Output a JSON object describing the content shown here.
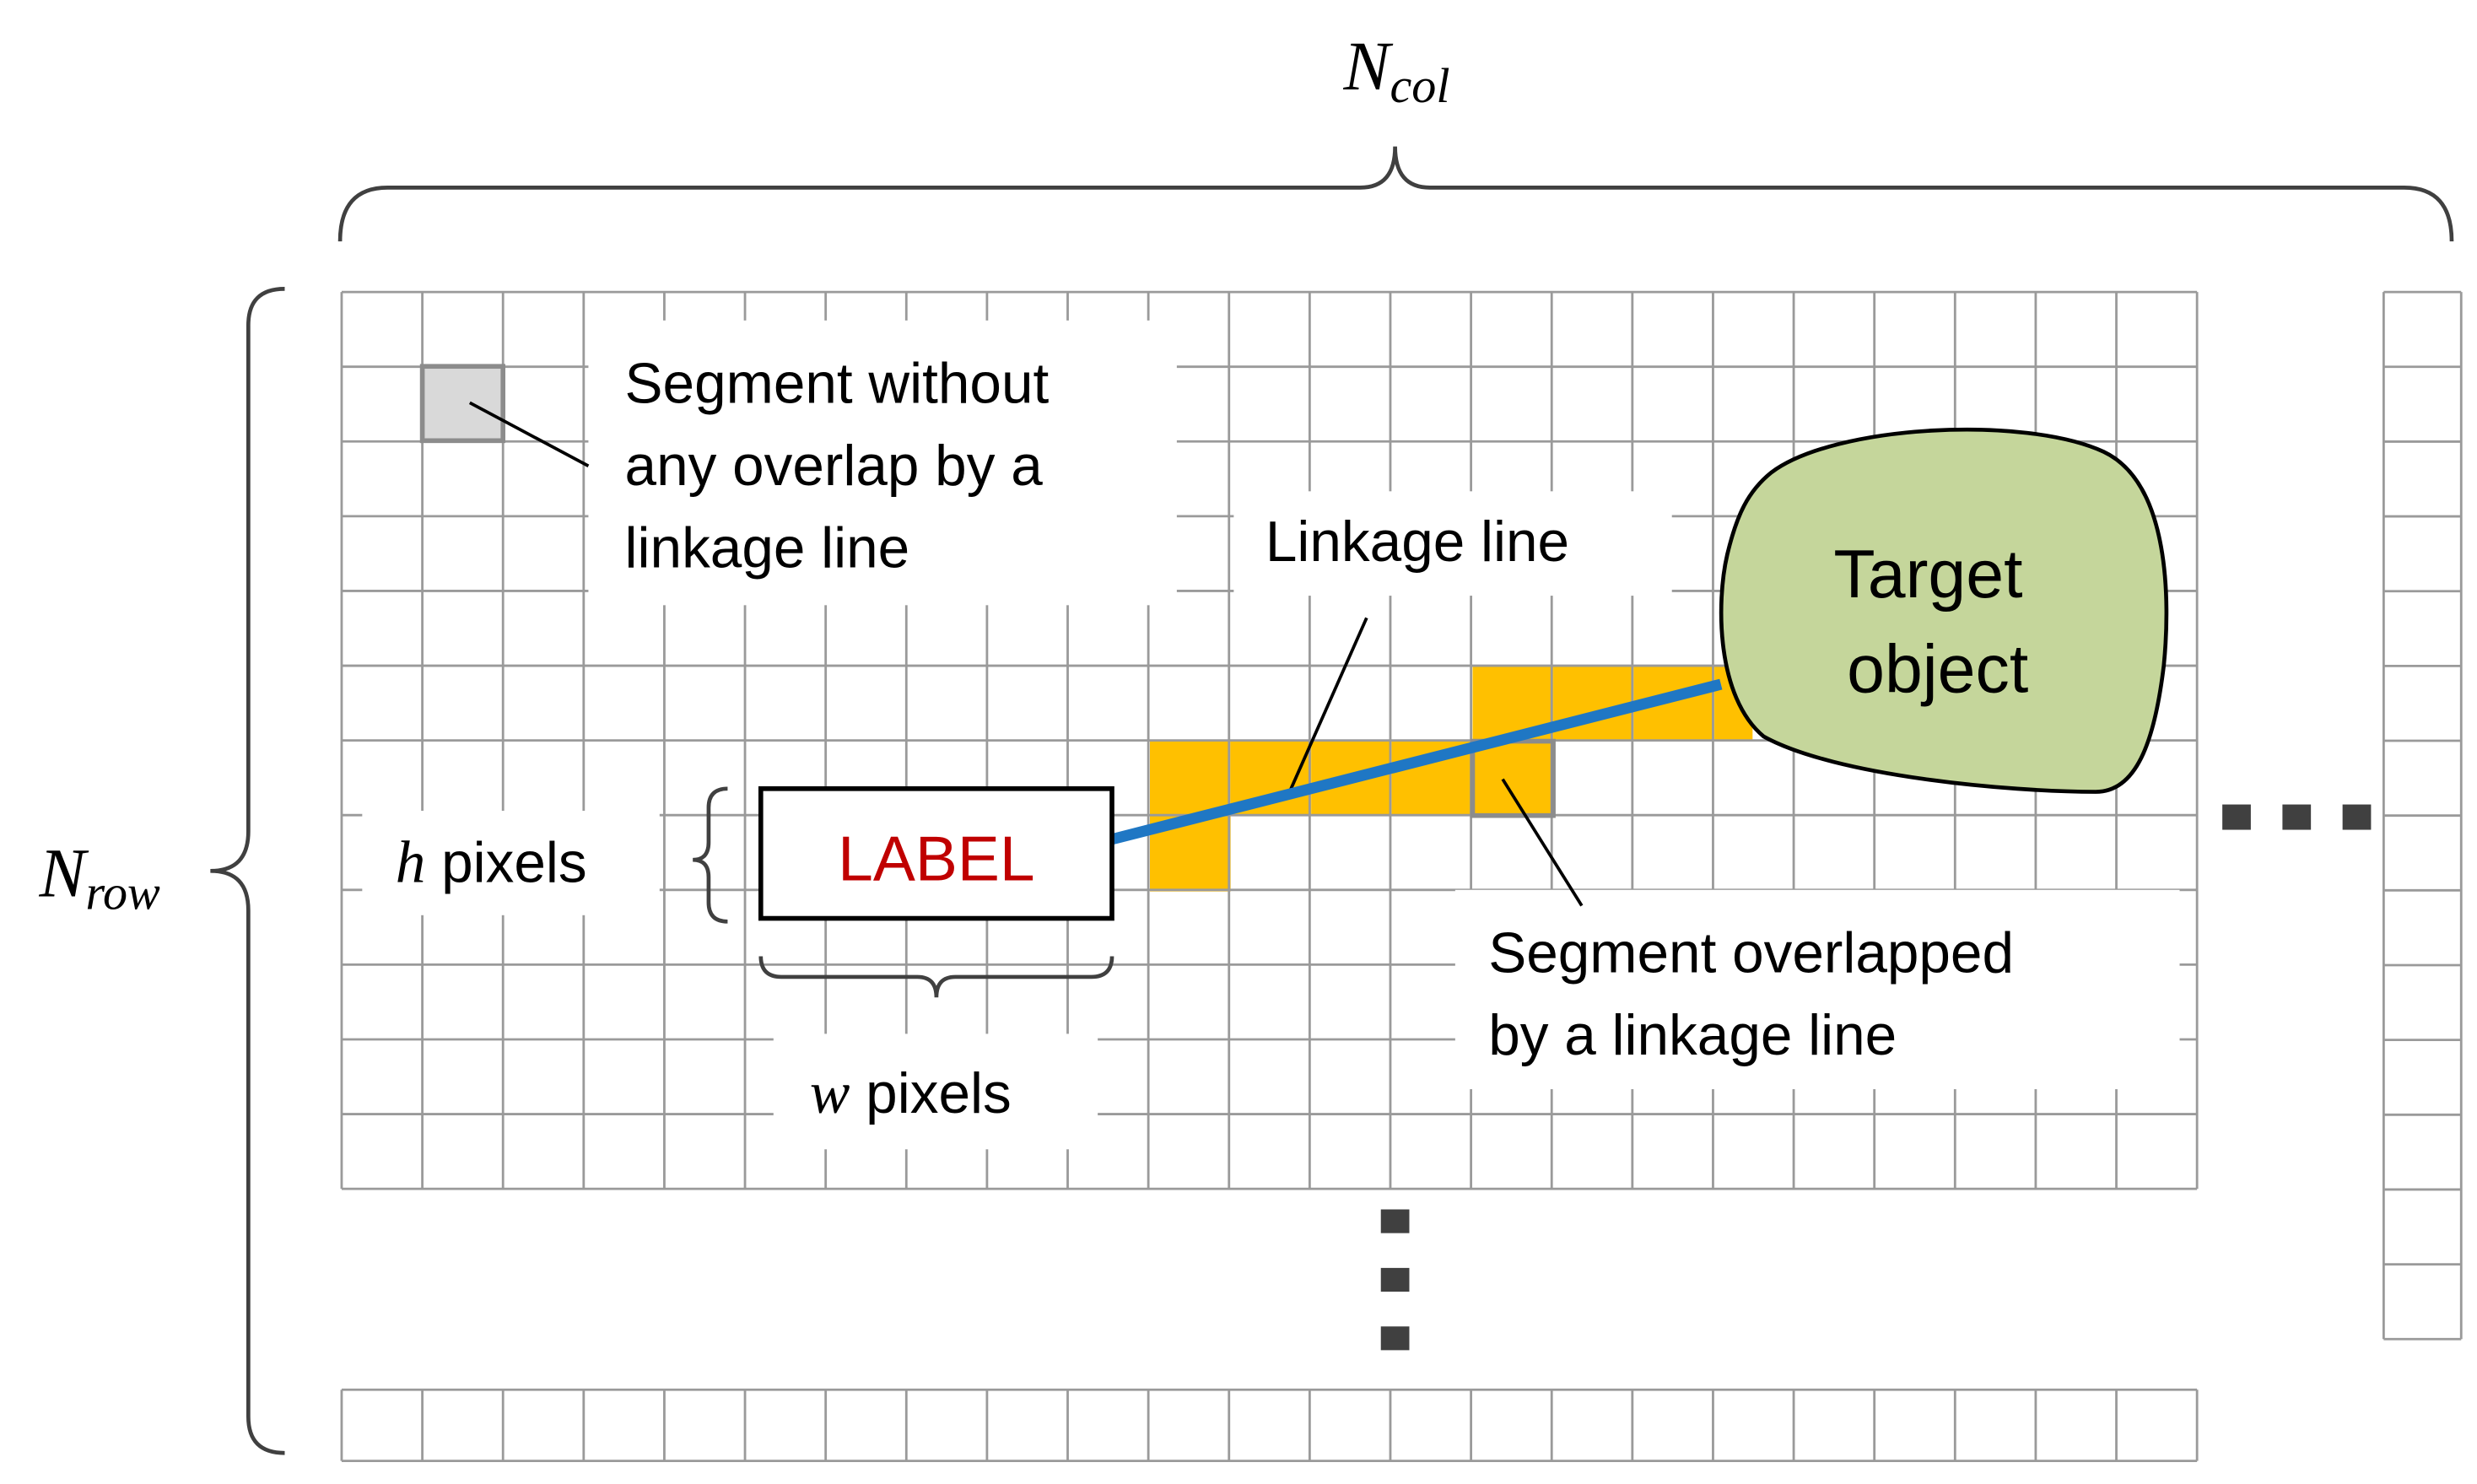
{
  "labels": {
    "n_col_main": "N",
    "n_col_sub": "col",
    "n_row_main": "N",
    "n_row_sub": "row",
    "segment_no_overlap_1": "Segment without",
    "segment_no_overlap_2": "any overlap by a",
    "segment_no_overlap_3": "linkage line",
    "linkage_line": "Linkage line",
    "target_1": "Target",
    "target_2": "object",
    "h_var": "h",
    "h_text": " pixels",
    "label_box": "LABEL",
    "w_var": "w",
    "w_text": " pixels",
    "segment_overlap_1": "Segment overlapped",
    "segment_overlap_2": "by a linkage line"
  },
  "colors": {
    "grid_line": "#9a9a9a",
    "overlap_fill": "#ffc000",
    "empty_segment_fill": "#d9d9d9",
    "linkage_line": "#1f77c4",
    "target_fill": "#c5d69b",
    "label_text": "#c00000",
    "dots": "#404040",
    "text": "#000000"
  },
  "icons": {
    "vertical_ellipsis": "vertical-ellipsis-icon",
    "horizontal_ellipsis": "horizontal-ellipsis-icon"
  }
}
